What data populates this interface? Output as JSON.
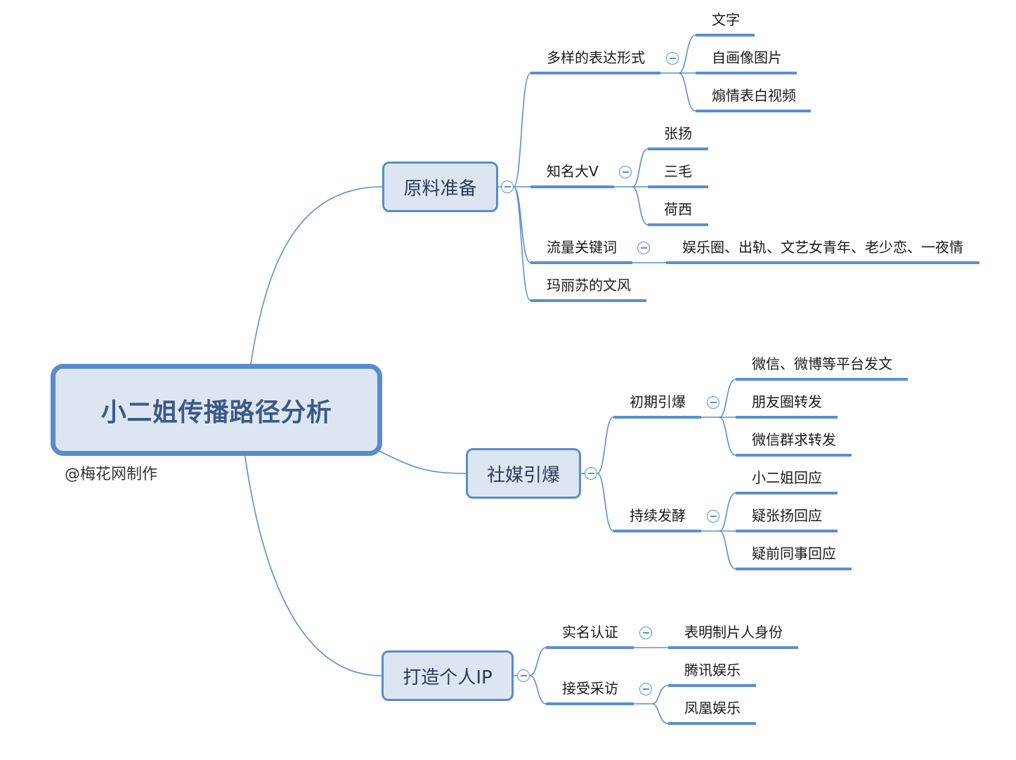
{
  "mind_map": {
    "central": {
      "label": "小二姐传播路径分析"
    },
    "credit": "@梅花网制作",
    "branches": [
      {
        "label": "原料准备",
        "children": [
          {
            "label": "多样的表达形式",
            "children": [
              {
                "label": "文字"
              },
              {
                "label": "自画像图片"
              },
              {
                "label": "煽情表白视频"
              }
            ]
          },
          {
            "label": "知名大V",
            "children": [
              {
                "label": "张扬"
              },
              {
                "label": "三毛"
              },
              {
                "label": "荷西"
              }
            ]
          },
          {
            "label": "流量关键词",
            "children": [
              {
                "label": "娱乐圈、出轨、文艺女青年、老少恋、一夜情"
              }
            ]
          },
          {
            "label": "玛丽苏的文风"
          }
        ]
      },
      {
        "label": "社媒引爆",
        "children": [
          {
            "label": "初期引爆",
            "children": [
              {
                "label": "微信、微博等平台发文"
              },
              {
                "label": "朋友圈转发"
              },
              {
                "label": "微信群求转发"
              }
            ]
          },
          {
            "label": "持续发酵",
            "children": [
              {
                "label": "小二姐回应"
              },
              {
                "label": "疑张扬回应"
              },
              {
                "label": "疑前同事回应"
              }
            ]
          }
        ]
      },
      {
        "label": "打造个人IP",
        "children": [
          {
            "label": "实名认证",
            "children": [
              {
                "label": "表明制片人身份"
              }
            ]
          },
          {
            "label": "接受采访",
            "children": [
              {
                "label": "腾讯娱乐"
              },
              {
                "label": "凤凰娱乐"
              }
            ]
          }
        ]
      }
    ]
  },
  "icons": {
    "collapse": "minus-circle-icon"
  },
  "colors": {
    "line": "#5b8ed0",
    "topic_fill": "#dce6f2",
    "topic_border": "#5a8bcc",
    "central_text": "#3d5a86",
    "main_text": "#2b3b57",
    "sub_text": "#1a1a1a",
    "credit_text": "#333333",
    "background": "#ffffff"
  }
}
